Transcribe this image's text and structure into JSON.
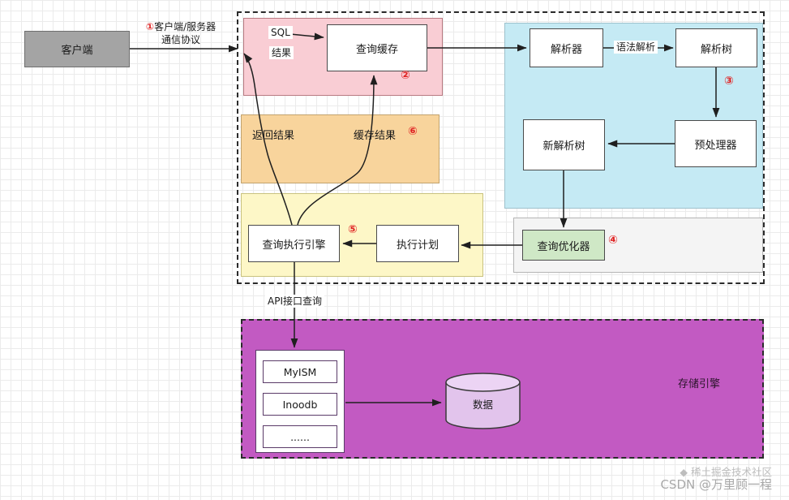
{
  "labels": {
    "client": "客户端",
    "step1": "①",
    "protocol_line1": "客户端/服务器",
    "protocol_line2": "通信协议",
    "sql": "SQL",
    "result": "结果",
    "query_cache": "查询缓存",
    "step2": "②",
    "parser": "解析器",
    "syntax_parse": "语法解析",
    "parse_tree": "解析树",
    "step3": "③",
    "new_parse_tree": "新解析树",
    "preprocessor": "预处理器",
    "return_result": "返回结果",
    "cache_result": "缓存结果",
    "step6": "⑥",
    "query_exec_engine": "查询执行引擎",
    "step5": "⑤",
    "exec_plan": "执行计划",
    "query_optimizer": "查询优化器",
    "step4": "④",
    "api_query": "API接口查询",
    "myisam": "MyISM",
    "innodb": "Inoodb",
    "more_engines": "......",
    "data": "数据",
    "storage_engine": "存储引擎"
  },
  "watermark": {
    "logo_glyph": "◆",
    "juejin": "稀土掘金技术社区",
    "csdn": "CSDN @万里顾一程"
  },
  "colors": {
    "pink_panel": "#f9cdd4",
    "cyan_panel": "#c5eaf4",
    "orange_panel": "#f8d49c",
    "yellow_panel": "#fdf7c7",
    "gray_panel": "#f4f4f4",
    "green_node": "#cfe8c6",
    "purple_panel": "#c25ac2",
    "client_gray": "#a4a4a4",
    "cylinder_fill": "#e2c4ec",
    "step_number_red": "#e02424",
    "arrow_black": "#1f1f1f"
  }
}
